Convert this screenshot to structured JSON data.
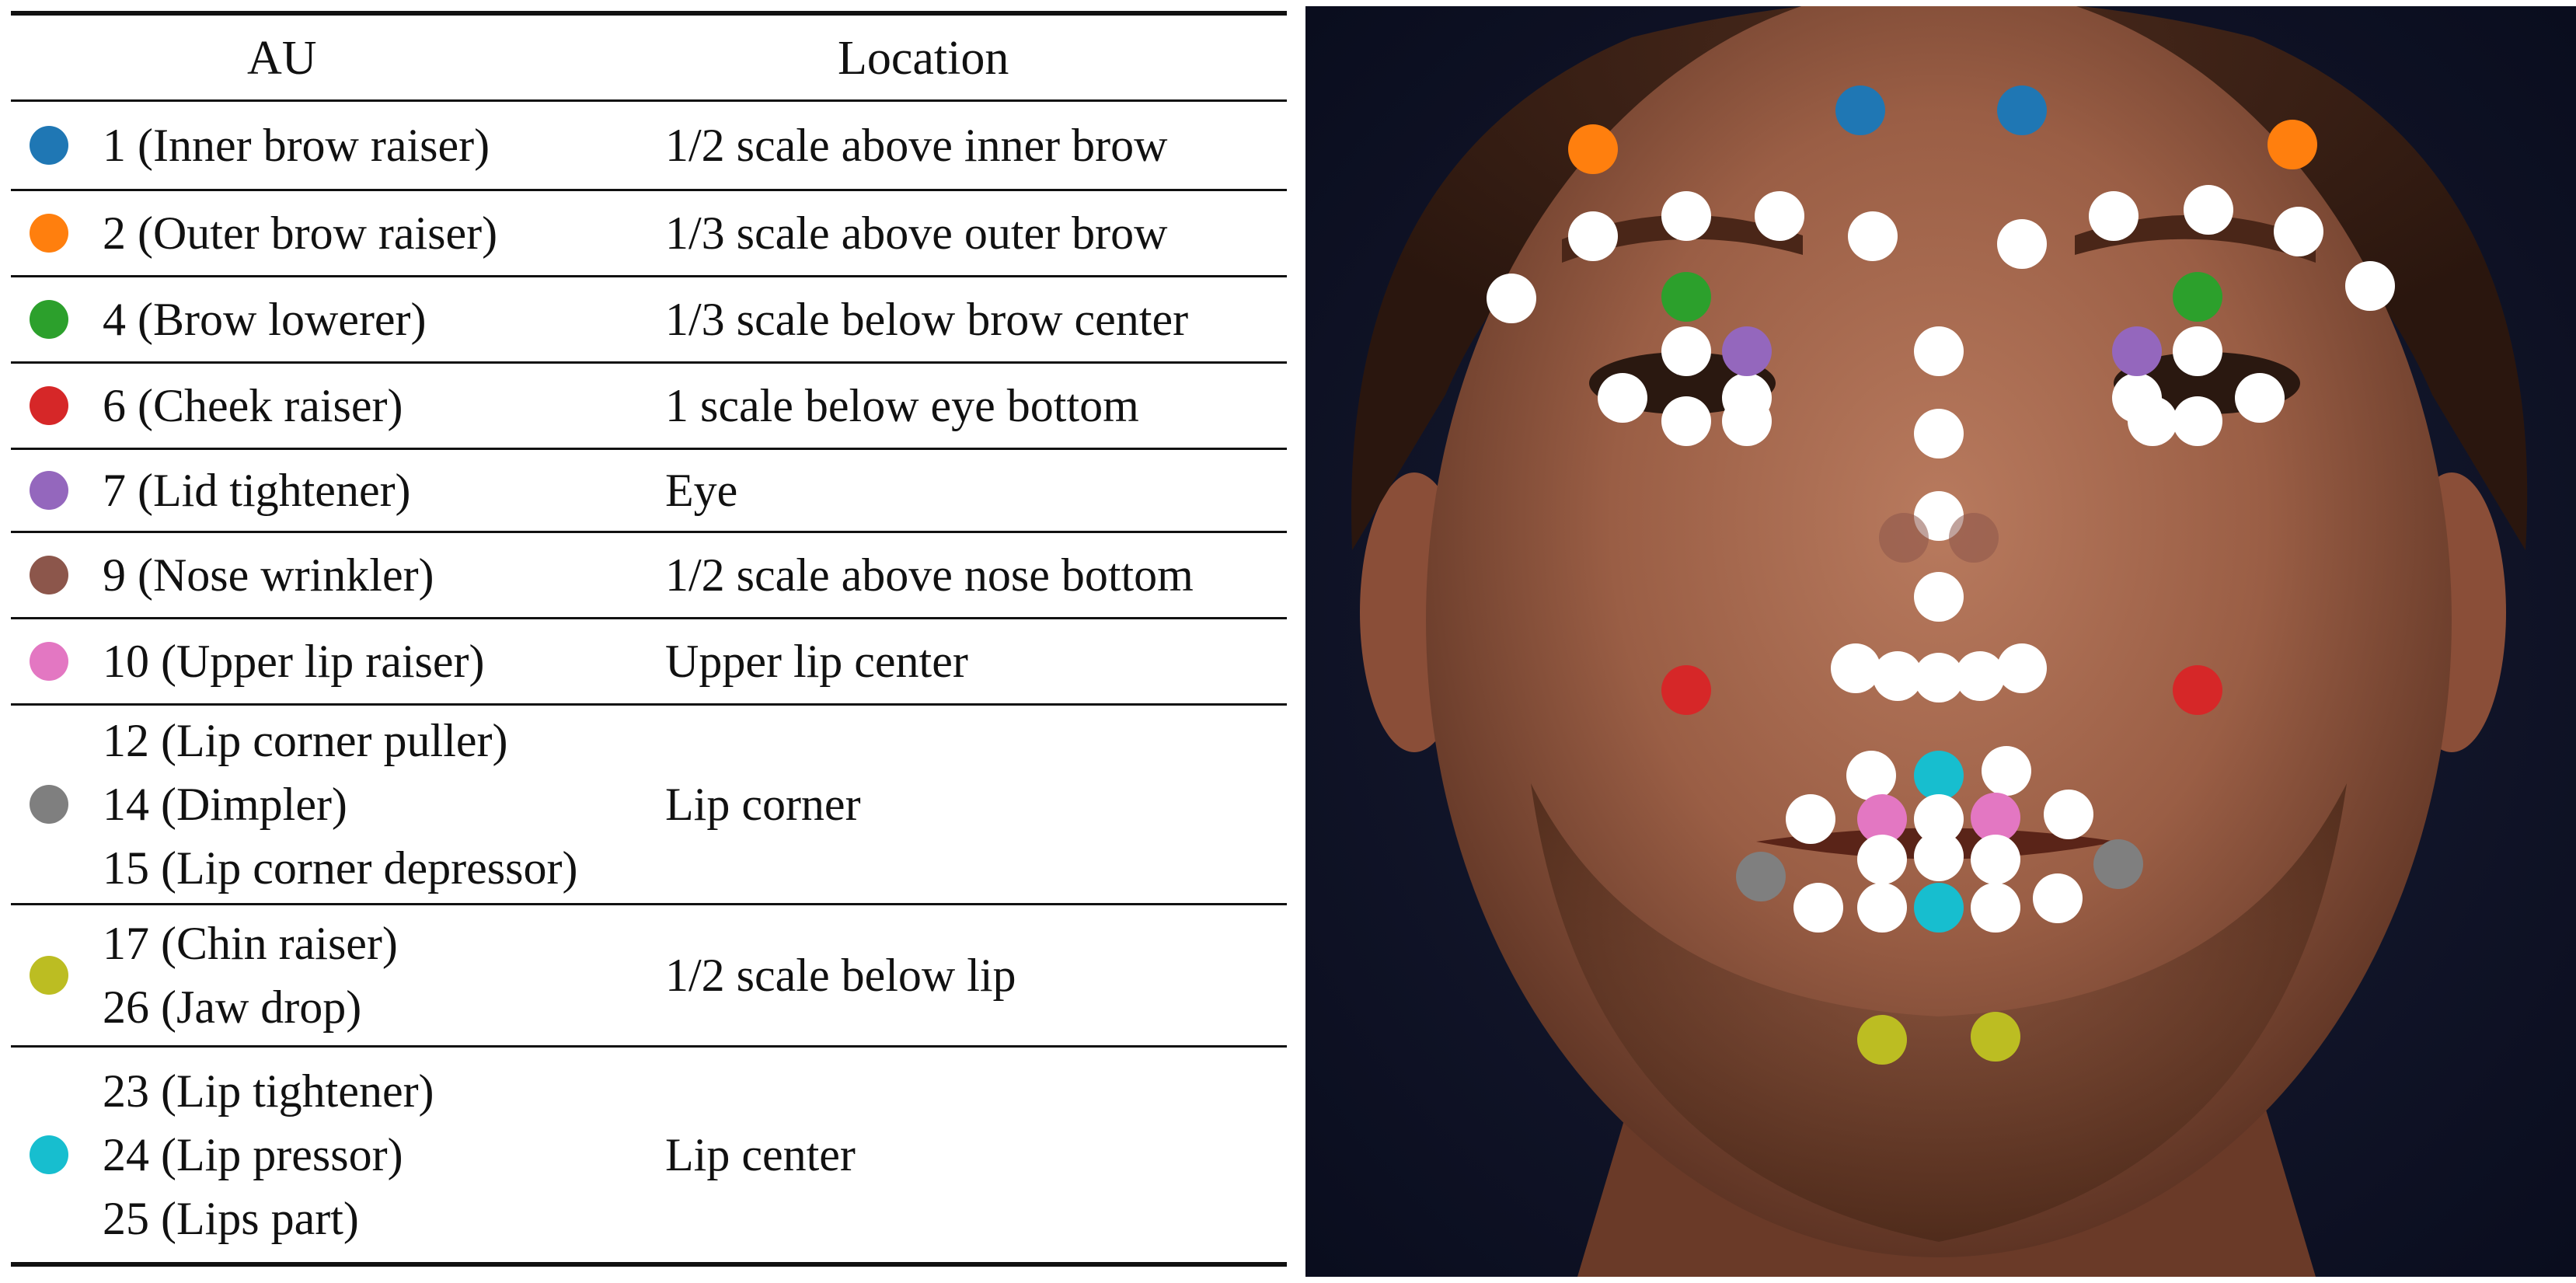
{
  "table": {
    "headers": {
      "au": "AU",
      "location": "Location"
    },
    "rows": [
      {
        "color": "#1f77b4",
        "aus": [
          "1 (Inner brow raiser)"
        ],
        "location": "1/2 scale above inner brow"
      },
      {
        "color": "#ff7f0e",
        "aus": [
          "2 (Outer brow raiser)"
        ],
        "location": "1/3 scale above outer brow"
      },
      {
        "color": "#2ca02c",
        "aus": [
          "4 (Brow lowerer)"
        ],
        "location": "1/3 scale below brow center"
      },
      {
        "color": "#d62728",
        "aus": [
          "6 (Cheek raiser)"
        ],
        "location": "1 scale below eye bottom"
      },
      {
        "color": "#9467bd",
        "aus": [
          "7 (Lid tightener)"
        ],
        "location": "Eye"
      },
      {
        "color": "#8c564b",
        "aus": [
          "9 (Nose wrinkler)"
        ],
        "location": "1/2 scale above nose bottom"
      },
      {
        "color": "#e377c2",
        "aus": [
          "10 (Upper lip raiser)"
        ],
        "location": "Upper lip center"
      },
      {
        "color": "#7f7f7f",
        "aus": [
          "12 (Lip corner puller)",
          "14 (Dimpler)",
          "15 (Lip corner depressor)"
        ],
        "location": "Lip corner"
      },
      {
        "color": "#bcbd22",
        "aus": [
          "17 (Chin raiser)",
          "26 (Jaw drop)"
        ],
        "location": "1/2 scale below lip"
      },
      {
        "color": "#17becf",
        "aus": [
          "23 (Lip tightener)",
          "24 (Lip pressor)",
          "25 (Lips part)"
        ],
        "location": "Lip center"
      }
    ]
  },
  "landmark_colors": {
    "landmark": "#ffffff"
  }
}
